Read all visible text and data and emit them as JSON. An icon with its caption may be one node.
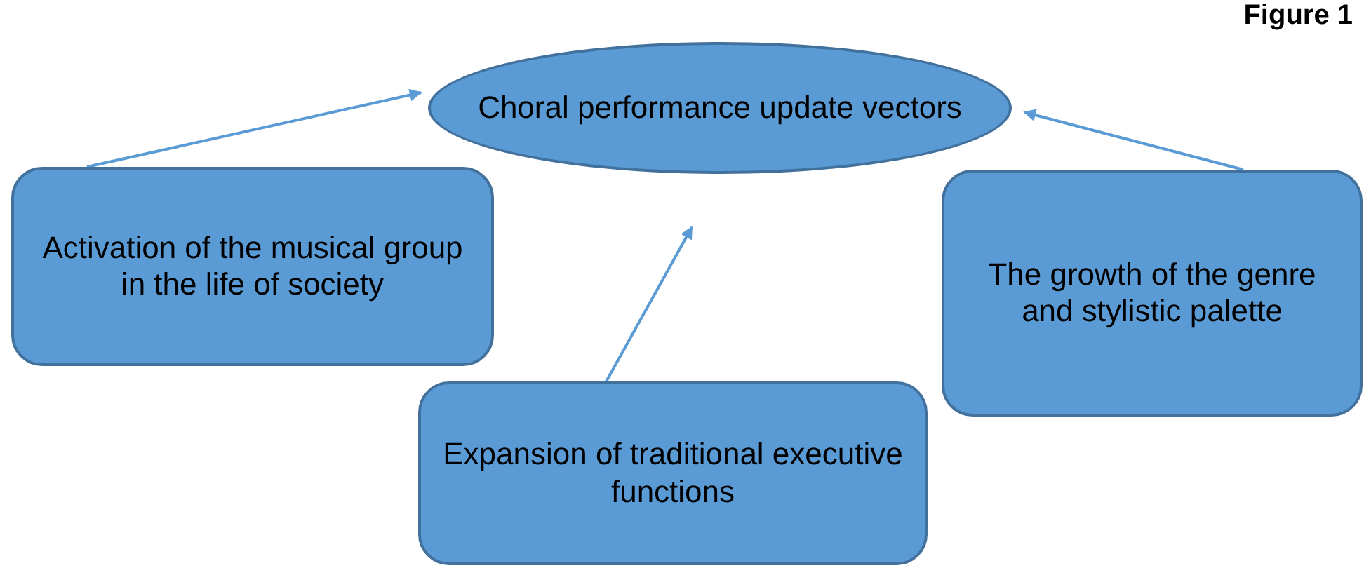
{
  "diagram": {
    "title": "Figure 1",
    "nodes": [
      {
        "text": [
          "Choral performance update vectors"
        ]
      },
      {
        "text": [
          "Activation of the musical group in the life of society"
        ]
      },
      {
        "text": [
          "The growth of the genre and stylistic palette"
        ]
      },
      {
        "text": [
          "Expansion of traditional executive functions"
        ]
      }
    ],
    "edges": [
      {
        "from": 1,
        "to": 0,
        "arrow": "to"
      },
      {
        "from": 2,
        "to": 0,
        "arrow": "to"
      },
      {
        "from": 3,
        "to": 0,
        "arrow": "to"
      }
    ]
  }
}
